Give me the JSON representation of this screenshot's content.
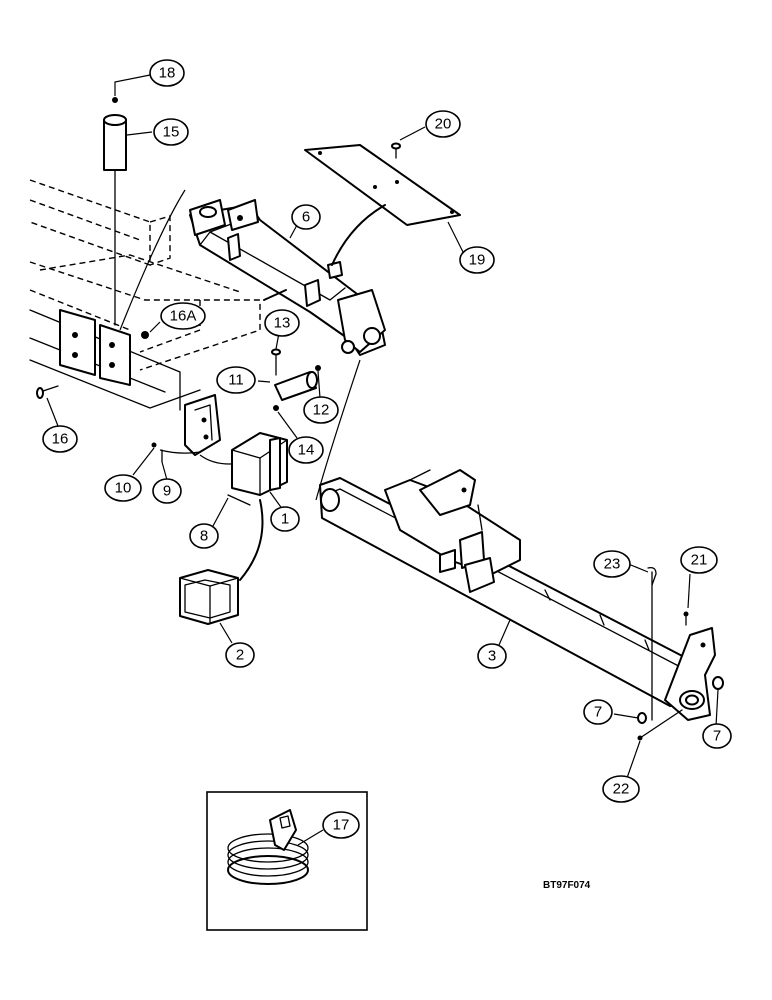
{
  "callouts": {
    "c1": "1",
    "c2": "2",
    "c3": "3",
    "c6": "6",
    "c7a": "7",
    "c7b": "7",
    "c8": "8",
    "c9": "9",
    "c10": "10",
    "c11": "11",
    "c12": "12",
    "c13": "13",
    "c14": "14",
    "c15": "15",
    "c16": "16",
    "c16a": "16A",
    "c17": "17",
    "c18": "18",
    "c19": "19",
    "c20": "20",
    "c21": "21",
    "c22": "22",
    "c23": "23"
  },
  "figure_code": "BT97F074"
}
